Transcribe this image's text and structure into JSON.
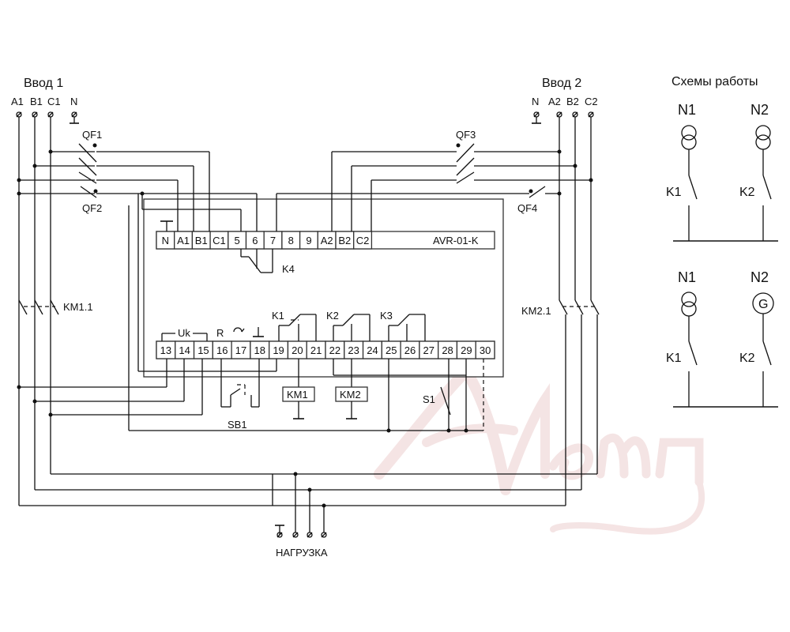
{
  "inputs": {
    "input1": {
      "title": "Ввод 1",
      "phases": [
        "A1",
        "B1",
        "C1"
      ],
      "neutral": "N"
    },
    "input2": {
      "title": "Ввод 2",
      "phases": [
        "A2",
        "B2",
        "C2"
      ],
      "neutral": "N"
    }
  },
  "breakers": {
    "qf1": "QF1",
    "qf2": "QF2",
    "qf3": "QF3",
    "qf4": "QF4"
  },
  "contactors": {
    "km11": "KM1.1",
    "km21": "KM2.1",
    "km1": "KM1",
    "km2": "KM2"
  },
  "device": {
    "model": "AVR-01-K",
    "top_terminals": [
      "N",
      "A1",
      "B1",
      "C1",
      "5",
      "6",
      "7",
      "8",
      "9",
      "A2",
      "B2",
      "C2"
    ],
    "bottom_terminals": [
      "13",
      "14",
      "15",
      "16",
      "17",
      "18",
      "19",
      "20",
      "21",
      "22",
      "23",
      "24",
      "25",
      "26",
      "27",
      "28",
      "29",
      "30"
    ],
    "relays": {
      "k1": "K1",
      "k2": "K2",
      "k3": "K3",
      "k4": "K4"
    },
    "uk_label": "Uk",
    "r_label": "R"
  },
  "switches": {
    "sb1": "SB1",
    "s1": "S1"
  },
  "load": {
    "label": "НАГРУЗКА"
  },
  "schemes": {
    "title": "Схемы работы",
    "scheme1": {
      "source1": "N1",
      "source2": "N2",
      "switch1": "K1",
      "switch2": "K2"
    },
    "scheme2": {
      "source1": "N1",
      "source2": "N2",
      "generator": "G",
      "switch1": "K1",
      "switch2": "K2"
    }
  },
  "watermark": "Аlemп"
}
